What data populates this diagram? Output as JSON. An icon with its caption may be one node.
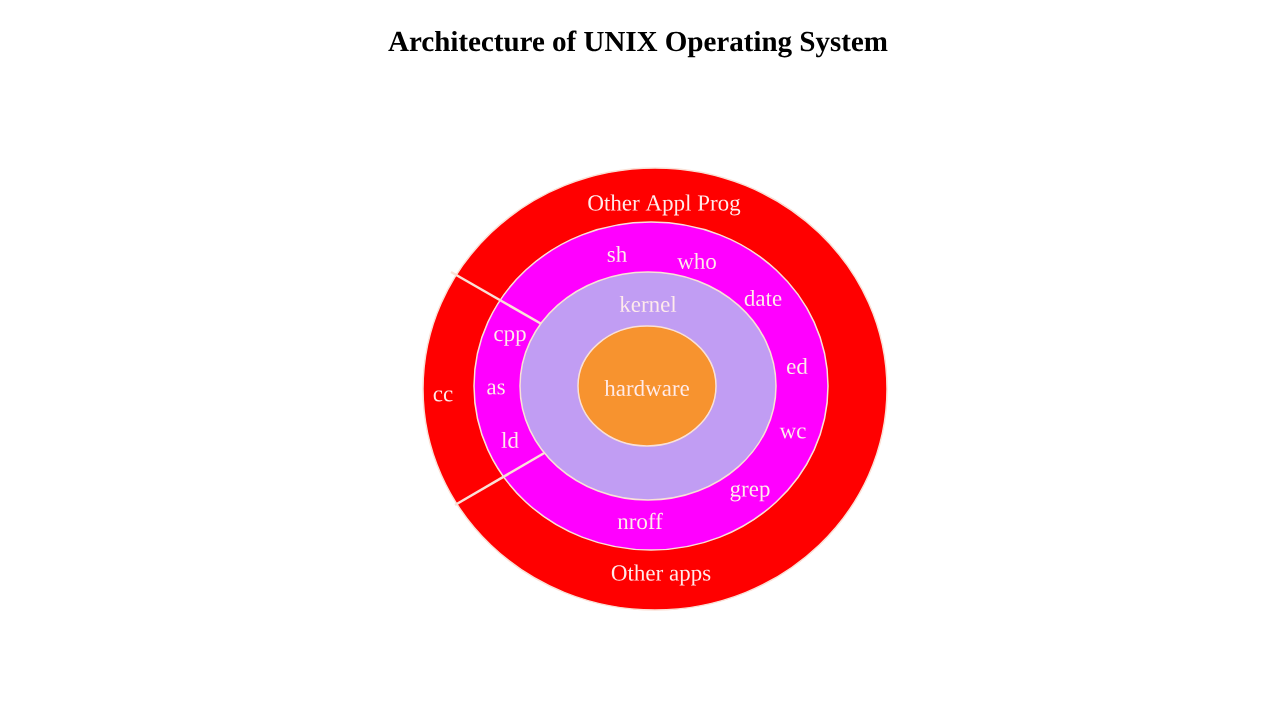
{
  "diagram": {
    "title": "Architecture of UNIX Operating System",
    "nodes": [
      {
        "text": [
          "Other Appl Prog",
          "cc",
          "Other apps"
        ]
      },
      {
        "text": [
          "sh",
          "who",
          "date",
          "cpp",
          "ed",
          "as",
          "wc",
          "ld",
          "grep",
          "nroff"
        ],
        "in": 0
      },
      {
        "text": [
          "kernel"
        ],
        "in": 1
      },
      {
        "text": [
          "hardware"
        ],
        "in": 2
      }
    ]
  }
}
